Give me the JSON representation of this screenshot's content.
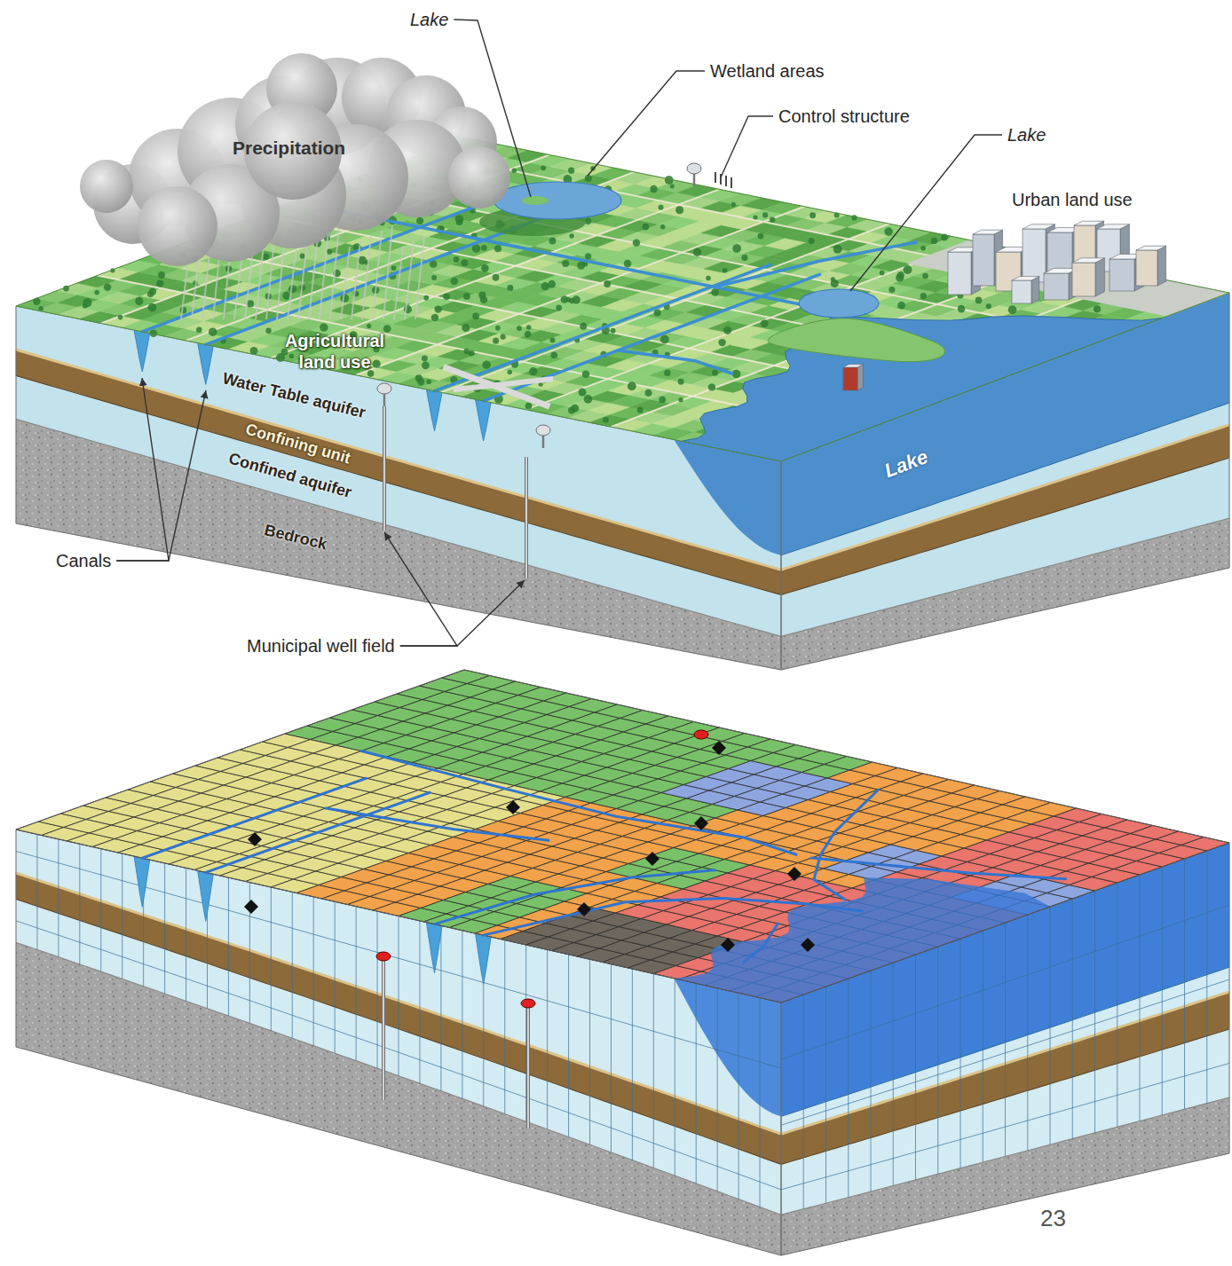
{
  "diagram": {
    "labels": [
      "Lake",
      "Wetland areas",
      "Control structure",
      "Lake",
      "Precipitation",
      "Urban land use",
      "Agricultural land use",
      "Water Table aquifer",
      "Confining unit",
      "Confined aquifer",
      "Bedrock",
      "Canals",
      "Municipal well field",
      "Lake",
      "23"
    ]
  }
}
